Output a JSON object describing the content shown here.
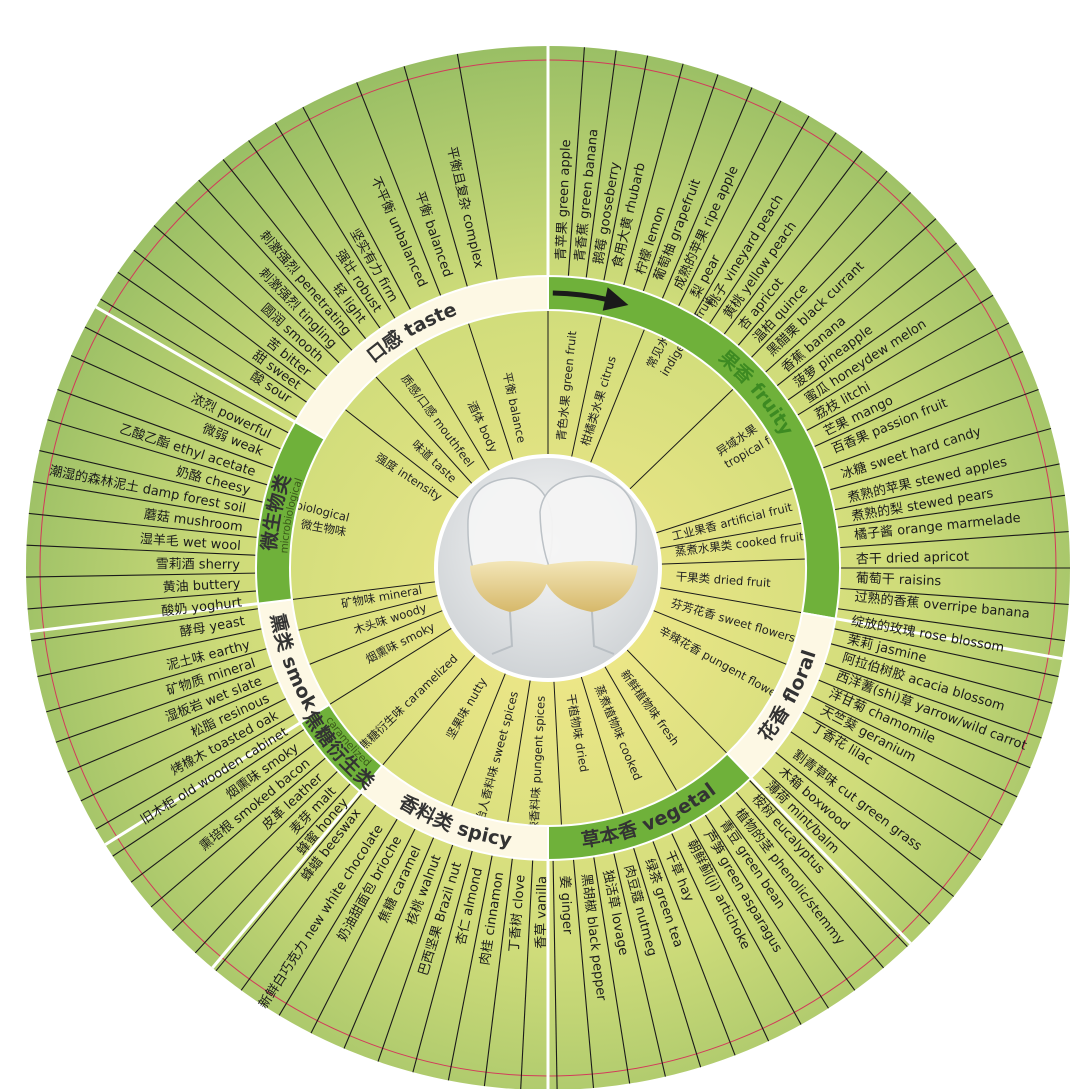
{
  "colors": {
    "bg_light": "#f2e88a",
    "bg_mid": "#cfdc7a",
    "bg_dark": "#93bb62",
    "separator": "#1a1a1a",
    "band_green": "#6fb13a",
    "band_cream": "#fdf8e4",
    "band_text_green": "#3d8a22",
    "band_text_dark": "#333333",
    "border_pink": "#d23a5a"
  },
  "center_image": "wine-glasses-icon",
  "arrow_icon": "arrow-icon",
  "categories": [
    {
      "id": "taste",
      "label": "口感 taste",
      "sub": "",
      "band": "cream",
      "start": -60,
      "end": 0,
      "text_color": "#333333"
    },
    {
      "id": "fruity",
      "label": "果香 fruity",
      "sub": "",
      "band": "green",
      "start": 0,
      "end": 100,
      "text_color": "#3d8a22"
    },
    {
      "id": "floral",
      "label": "花香 floral",
      "sub": "",
      "band": "cream",
      "start": 100,
      "end": 136,
      "text_color": "#333333"
    },
    {
      "id": "vegetal",
      "label": "草本香 vegetal",
      "sub": "",
      "band": "green",
      "start": 136,
      "end": 180,
      "text_color": "#333333"
    },
    {
      "id": "spicy",
      "label": "香料类 spicy",
      "sub": "",
      "band": "cream",
      "start": 180,
      "end": 220,
      "text_color": "#333333"
    },
    {
      "id": "caramelized",
      "label": "焦糖衍生类",
      "sub": "caramelized",
      "band": "green",
      "start": 220,
      "end": 238,
      "text_color": "#333333"
    },
    {
      "id": "smoky",
      "label": "烟熏类 smoky",
      "sub": "",
      "band": "cream",
      "start": 238,
      "end": 263,
      "text_color": "#333333"
    },
    {
      "id": "microbiological",
      "label": "微生物类",
      "sub": "microbiological",
      "band": "green",
      "start": 263,
      "end": 300,
      "text_color": "#333333"
    }
  ],
  "mid_ring": [
    {
      "label": "强度 intensity",
      "a": -57
    },
    {
      "label": "味道 taste",
      "a": -47
    },
    {
      "label": "质感/口感 mouthfeel",
      "a": -37
    },
    {
      "label": "酒体 body",
      "a": -25
    },
    {
      "label": "平衡 balance",
      "a": -12
    },
    {
      "label": "青色水果 green fruit",
      "a": 6
    },
    {
      "label": "柑橘类水果 citrus",
      "a": 17
    },
    {
      "label": "常见水果",
      "a": 27,
      "r": 225
    },
    {
      "label": "indigenous fruit",
      "a": 31,
      "r": 225
    },
    {
      "label": "异域水果",
      "a": 56,
      "r": 205
    },
    {
      "label": "tropical fruit",
      "a": 60,
      "r": 205
    },
    {
      "label": "工业果香 artificial fruit",
      "a": 76
    },
    {
      "label": "蒸煮水果类 cooked fruit",
      "a": 83
    },
    {
      "label": "干果类 dried fruit",
      "a": 94
    },
    {
      "label": "芬芳花香 sweet flowers",
      "a": 106
    },
    {
      "label": "辛辣花香 pungent flowers",
      "a": 119
    },
    {
      "label": "新鲜植物味 fresh",
      "a": 144
    },
    {
      "label": "蒸煮植物味 cooked",
      "a": 157
    },
    {
      "label": "干植物味 dried",
      "a": 170
    },
    {
      "label": "辛辣香料味 pungent spices",
      "a": 183
    },
    {
      "label": "怡人香料味 sweet spices",
      "a": 195
    },
    {
      "label": "坚果味 nutty",
      "a": 210
    },
    {
      "label": "焦糖衍生味 caramelized",
      "a": 226
    },
    {
      "label": "烟熏味 smoky",
      "a": 243
    },
    {
      "label": "木头味 woody",
      "a": 252
    },
    {
      "label": "矿物味 mineral",
      "a": 260
    },
    {
      "label": "微生物味",
      "a": 280,
      "r": 205
    },
    {
      "label": "microbiological",
      "a": 284,
      "r": 205
    }
  ],
  "outer_ring": [
    {
      "label": "酸 sour",
      "a": -57
    },
    {
      "label": "甜 sweet",
      "a": -54
    },
    {
      "label": "苦 bitter",
      "a": -51
    },
    {
      "label": "圆润 smooth",
      "a": -47.5
    },
    {
      "label": "刺激强烈 tingling",
      "a": -44
    },
    {
      "label": "刺激强烈 penetrating",
      "a": -40.5
    },
    {
      "label": "轻 light",
      "a": -37
    },
    {
      "label": "强壮 robust",
      "a": -33.5
    },
    {
      "label": "坚实有力 firm",
      "a": -30
    },
    {
      "label": "不平衡 unbalanced",
      "a": -24
    },
    {
      "label": "平衡 balanced",
      "a": -19
    },
    {
      "label": "平衡且复杂 complex",
      "a": -13
    },
    {
      "label": "青苹果 green apple",
      "a": 2.5
    },
    {
      "label": "青香蕉 green banana",
      "a": 6
    },
    {
      "label": "鹅莓 gooseberry",
      "a": 9.5
    },
    {
      "label": "食用大黄 rhubarb",
      "a": 13
    },
    {
      "label": "柠檬 lemon",
      "a": 17.5
    },
    {
      "label": "葡萄柚 grapefruit",
      "a": 21
    },
    {
      "label": "成熟的苹果 ripe apple",
      "a": 25
    },
    {
      "label": "梨 pear",
      "a": 28.5
    },
    {
      "label": "桃子 vineyard peach",
      "a": 32
    },
    {
      "label": "黄桃 yellow peach",
      "a": 35.5
    },
    {
      "label": "杏 apricot",
      "a": 39
    },
    {
      "label": "温柏 quince",
      "a": 42.5
    },
    {
      "label": "黑醋栗 black currant",
      "a": 46
    },
    {
      "label": "香蕉 banana",
      "a": 50
    },
    {
      "label": "菠萝 pineapple",
      "a": 53.5
    },
    {
      "label": "蜜瓜 honeydew melon",
      "a": 57
    },
    {
      "label": "荔枝 litchi",
      "a": 60.5
    },
    {
      "label": "芒果 mango",
      "a": 64
    },
    {
      "label": "百香果 passion fruit",
      "a": 67.5
    },
    {
      "label": "冰糖 sweet hard candy",
      "a": 72.5
    },
    {
      "label": "煮熟的苹果 stewed apples",
      "a": 77
    },
    {
      "label": "煮熟的梨 stewed pears",
      "a": 80.5
    },
    {
      "label": "橘子酱 orange marmelade",
      "a": 84
    },
    {
      "label": "杏干 dried apricot",
      "a": 88.5
    },
    {
      "label": "葡萄干 raisins",
      "a": 92
    },
    {
      "label": "过熟的香蕉 overripe banana",
      "a": 95.5
    },
    {
      "label": "绽放的玫瑰 rose blossom",
      "a": 100
    },
    {
      "label": "茉莉 jasmine",
      "a": 103.5
    },
    {
      "label": "阿拉伯树胶 acacia blossom",
      "a": 107
    },
    {
      "label": "西洋蓍(shi)草 yarrow/wild carrot",
      "a": 110.5
    },
    {
      "label": "洋甘菊 chamomile",
      "a": 114
    },
    {
      "label": "天竺葵 geranium",
      "a": 117.5
    },
    {
      "label": "丁香花 lilac",
      "a": 121
    },
    {
      "label": "割青草味 cut green grass",
      "a": 127
    },
    {
      "label": "木箱 boxwood",
      "a": 131
    },
    {
      "label": "薄荷 mint/balm",
      "a": 134.5
    },
    {
      "label": "桉树 eucalyptus",
      "a": 138
    },
    {
      "label": "植物的茎 phenolic/stemmy",
      "a": 142
    },
    {
      "label": "青豆 green bean",
      "a": 145.5
    },
    {
      "label": "芦笋 green asparagus",
      "a": 149
    },
    {
      "label": "朝鲜蓟(ji) artichoke",
      "a": 152.5
    },
    {
      "label": "干草 hay",
      "a": 157
    },
    {
      "label": "绿茶 green tea",
      "a": 161
    },
    {
      "label": "肉豆蔻 nutmeg",
      "a": 165
    },
    {
      "label": "独活草 lovage",
      "a": 169
    },
    {
      "label": "黑胡椒 black pepper",
      "a": 173
    },
    {
      "label": "姜 ginger",
      "a": 177
    },
    {
      "label": "香草 vanilla",
      "a": 181
    },
    {
      "label": "丁香树 clove",
      "a": 185
    },
    {
      "label": "肉桂 cinnamon",
      "a": 189
    },
    {
      "label": "杏仁 almond",
      "a": 193
    },
    {
      "label": "巴西坚果 Brazil nut",
      "a": 197
    },
    {
      "label": "核桃 walnut",
      "a": 201
    },
    {
      "label": "焦糖 caramel",
      "a": 205
    },
    {
      "label": "奶油甜面包 brioche",
      "a": 209
    },
    {
      "label": "新鲜白巧克力 new white chocolate",
      "a": 213
    },
    {
      "label": "蜂蜡 beeswax",
      "a": 218
    },
    {
      "label": "蜂蜜 honey",
      "a": 221
    },
    {
      "label": "麦芽 malt",
      "a": 224
    },
    {
      "label": "皮革 leather",
      "a": 227.5
    },
    {
      "label": "熏培根 smoked bacon",
      "a": 231
    },
    {
      "label": "烟熏味 smoky",
      "a": 234.5
    },
    {
      "label": "旧木柜 old wooden cabinet",
      "a": 238
    },
    {
      "label": "烤橡木 toasted oak",
      "a": 241.5
    },
    {
      "label": "松脂 resinous",
      "a": 245
    },
    {
      "label": "湿板岩 wet slate",
      "a": 248.5
    },
    {
      "label": "矿物质 mineral",
      "a": 252
    },
    {
      "label": "泥土味 earthy",
      "a": 255.5
    },
    {
      "label": "酵母 yeast",
      "a": 260
    },
    {
      "label": "酸奶 yoghurt",
      "a": 263.5
    },
    {
      "label": "黄油 buttery",
      "a": 267
    },
    {
      "label": "雪莉酒 sherry",
      "a": 270.5
    },
    {
      "label": "湿羊毛 wet wool",
      "a": 274
    },
    {
      "label": "蘑菇 mushroom",
      "a": 277.5
    },
    {
      "label": "潮湿的森林泥土 damp forest soil",
      "a": 281
    },
    {
      "label": "奶酪 cheesy",
      "a": 284.5
    },
    {
      "label": "乙酸乙酯 ethyl acetate",
      "a": 288
    },
    {
      "label": "微弱 weak",
      "a": 292
    },
    {
      "label": "浓烈 powerful",
      "a": 295.5
    }
  ],
  "outer_separators": [
    -59,
    -55.5,
    -52.5,
    -49,
    -45.5,
    -42,
    -38.5,
    -35,
    -31.5,
    -28,
    -21.5,
    -16,
    -10,
    0,
    4,
    7.5,
    11,
    15,
    19,
    23,
    26.5,
    30,
    33.5,
    37,
    40.5,
    44,
    48,
    51.5,
    55,
    58.5,
    62,
    65.5,
    70,
    74.5,
    78.5,
    82,
    86,
    90,
    94,
    98,
    102,
    105,
    109,
    112.5,
    116,
    119.5,
    124,
    129,
    133,
    136.5,
    140,
    144,
    147.5,
    151,
    155,
    159,
    163,
    167,
    171,
    175,
    179,
    183,
    187,
    191,
    195,
    199,
    203,
    207,
    211,
    216,
    219.5,
    222.5,
    226,
    229.5,
    233,
    236.5,
    240,
    243.5,
    247,
    250.5,
    254,
    258,
    262,
    265.5,
    269,
    272.5,
    276,
    279.5,
    283,
    286.5,
    290,
    294,
    297.5
  ],
  "inner_separators": [
    -52,
    -42,
    -31,
    -18,
    0,
    12,
    22,
    46,
    72,
    80,
    88,
    100,
    112,
    136,
    150,
    163,
    177,
    189,
    202,
    220,
    238,
    248,
    256,
    263
  ]
}
